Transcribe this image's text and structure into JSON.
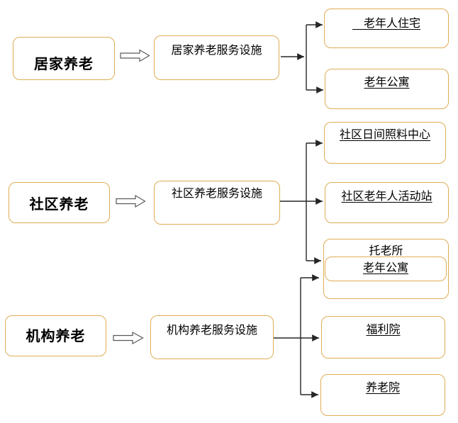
{
  "palette": {
    "box_border": "#DFAD55",
    "connector_line": "#262626",
    "block_arrow_stroke": "#595959",
    "block_arrow_fill": "#ffffff",
    "text": "#000000",
    "background": "#ffffff"
  },
  "diagram": {
    "home": {
      "source": "居家养老",
      "facility": "居家养老服务设施",
      "housing": "　老年人住宅",
      "apartment": "老年公寓"
    },
    "community": {
      "source": "社区养老",
      "facility": "社区养老服务设施",
      "daycare": "社区日间照料中心",
      "activity": "社区老年人活动站",
      "nursery": "托老所"
    },
    "institution": {
      "source": "机构养老",
      "facility": "机构养老服务设施",
      "apartment": "老年公寓",
      "welfare": "福利院",
      "nursing": "养老院"
    }
  }
}
